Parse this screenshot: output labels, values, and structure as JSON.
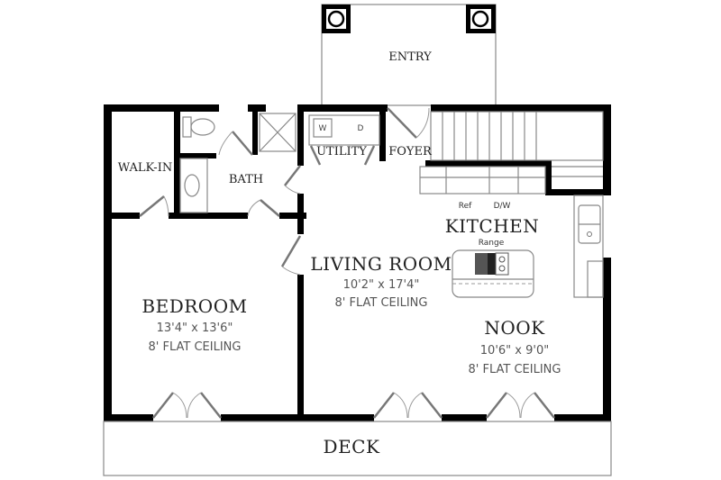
{
  "plan": {
    "entry": {
      "label": "ENTRY"
    },
    "walk_in": {
      "label": "WALK-IN"
    },
    "bath": {
      "label": "BATH"
    },
    "utility": {
      "label": "UTILITY",
      "washer": "W",
      "dryer": "D"
    },
    "foyer": {
      "label": "FOYER"
    },
    "kitchen": {
      "label": "KITCHEN",
      "ref": "Ref",
      "dw": "D/W",
      "range": "Range"
    },
    "living_room": {
      "label": "LIVING ROOM",
      "dimensions": "10'2\" x 17'4\"",
      "ceiling": "8' FLAT CEILING"
    },
    "bedroom": {
      "label": "BEDROOM",
      "dimensions": "13'4\" x 13'6\"",
      "ceiling": "8' FLAT CEILING"
    },
    "nook": {
      "label": "NOOK",
      "dimensions": "10'6\" x 9'0\"",
      "ceiling": "8' FLAT CEILING"
    },
    "deck": {
      "label": "DECK"
    }
  },
  "colors": {
    "wall": "#000000",
    "line": "#888888",
    "background": "#ffffff"
  }
}
